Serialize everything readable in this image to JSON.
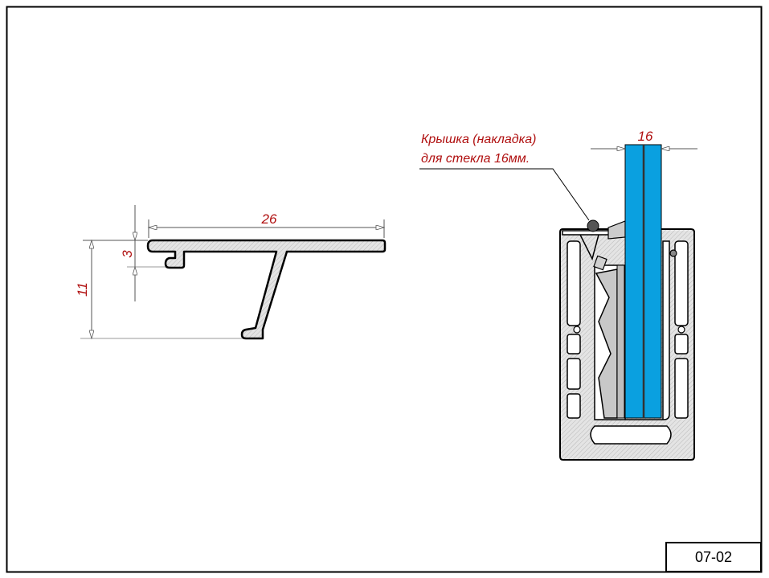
{
  "drawing": {
    "sheet_code": "07-02",
    "cover_profile": {
      "dim_width": "26",
      "dim_height": "11",
      "dim_hook": "3"
    },
    "assembly": {
      "callout_line1": "Крышка (накладка)",
      "callout_line2": "для стекла 16мм.",
      "dim_glass": "16",
      "glass_color": "#0aa0e0"
    }
  }
}
